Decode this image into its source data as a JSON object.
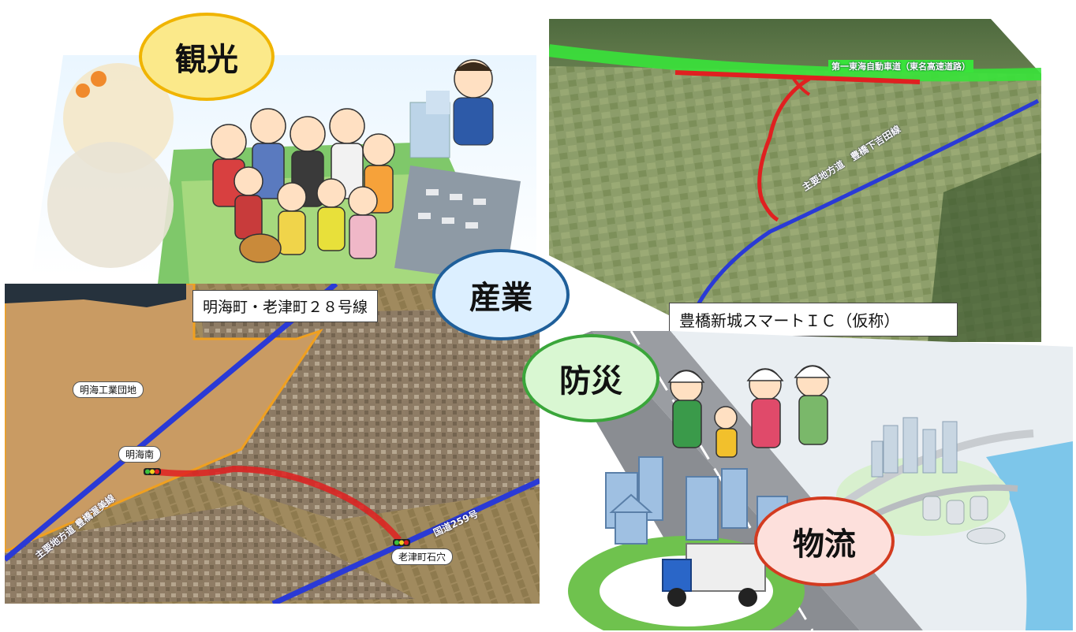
{
  "categories": {
    "tourism": "観光",
    "industry": "産業",
    "disaster": "防災",
    "logistics": "物流"
  },
  "smart_ic": {
    "expressway_label": "第一東海自動車道（東名高速道路）",
    "pref_road_label": "主要地方道　豊橋下吉田線",
    "ic_label": "豊橋新城スマートＩＣ（仮称）"
  },
  "route_map": {
    "title": "明海町・老津町２８号線",
    "industrial_area": "明海工業団地",
    "intersection_north": "明海南",
    "intersection_south": "老津町石穴",
    "national_road": "国道259号",
    "pref_road": "主要地方道 豊橋渥美線"
  },
  "colors": {
    "tourism_circle": "#fbe98a",
    "tourism_border": "#f0b400",
    "industry_circle": "#dcefff",
    "industry_border": "#1f5f9a",
    "disaster_circle": "#d9f7d2",
    "disaster_border": "#3aa63a",
    "logistics_circle": "#fde0dc",
    "logistics_border": "#d33b20",
    "expressway": "#39e33a",
    "red_route": "#e02020",
    "blue_road": "#2a3ad6"
  }
}
